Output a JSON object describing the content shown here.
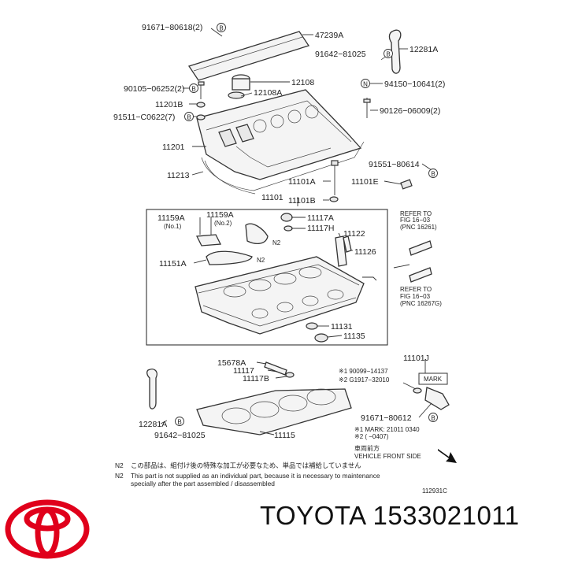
{
  "labels": {
    "p91671_80618": "91671−80618(2)",
    "p47239A": "47239A",
    "p12281A_top": "12281A",
    "p91642_top": "91642−81025",
    "p90105": "90105−06252(2)",
    "p12108": "12108",
    "p12108A": "12108A",
    "p94150": "94150−10641(2)",
    "p11201B": "11201B",
    "p91511": "91511−C0622(7)",
    "p90126": "90126−06009(2)",
    "p11201": "11201",
    "p11213": "11213",
    "p91551": "91551−80614",
    "p11101A": "11101A",
    "p11101E": "11101E",
    "p11101": "11101",
    "p11101B": "11101B",
    "p11159A_1": "11159A",
    "no1": "(No.1)",
    "p11159A_2": "11159A",
    "no2": "(No.2)",
    "p11117A": "11117A",
    "p11117H": "11117H",
    "p11122": "11122",
    "p11126": "11126",
    "n2_a": "N2",
    "p11151A": "11151A",
    "n2_b": "N2",
    "ref1_a": "REFER TO",
    "ref1_b": "FIG 16−03",
    "ref1_c": "(PNC 16261)",
    "ref2_a": "REFER TO",
    "ref2_b": "FIG 16−03",
    "ref2_c": "(PNC 16267G)",
    "p11131": "11131",
    "p11135": "11135",
    "p11101J": "11101J",
    "p15678A": "15678A",
    "p11117": "11117",
    "p11117B": "11117B",
    "p90099": "※1 90099−14137",
    "p2G1917": "※2 G1917−32010",
    "mark": "MARK",
    "p12281A_bot": "12281A",
    "p91642_bot": "91642−81025",
    "p11115": "11115",
    "p91671_80612": "91671−80612",
    "mark_note1": "※1 MARK: 21011 0340",
    "mark_note2": "※2 (      −0407)",
    "front_jp": "車両前方",
    "front_en": "VEHICLE FRONT SIDE",
    "fig_no": "112931C",
    "n2_note_label1": "N2",
    "n2_note_jp": "この部品は、組付け後の特殊な加工が必要なため、単品では補給していません",
    "n2_note_label2": "N2",
    "n2_note_en1": "This part is not supplied as an individual part, because it is necessary to maintenance",
    "n2_note_en2": "specially after the part assembled / disassembled",
    "badge_b": "B",
    "badge_n": "N"
  },
  "brand": {
    "text": "TOYOTA 1533021011",
    "logo_icon": "toyota-logo-icon",
    "logo_color": "#e0001b"
  }
}
